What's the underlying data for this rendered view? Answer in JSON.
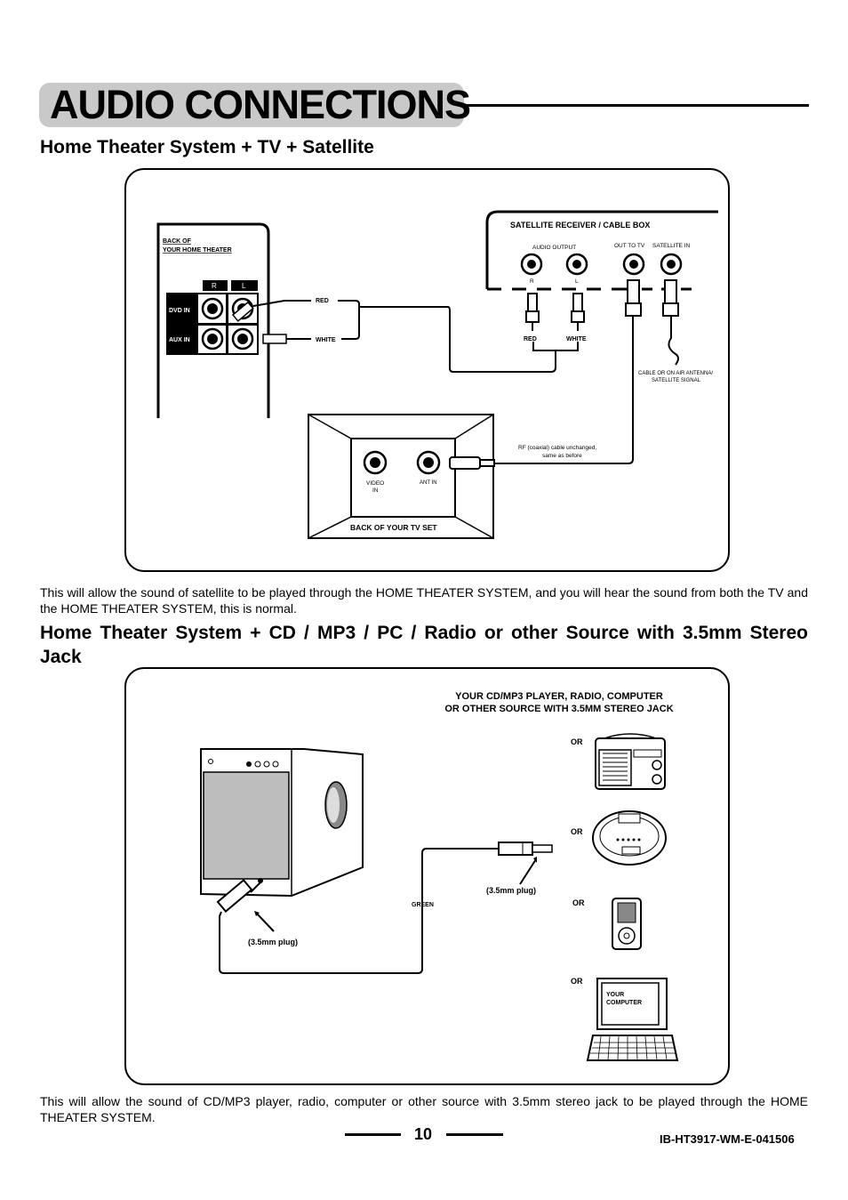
{
  "page": {
    "title": "AUDIO CONNECTIONS",
    "section1": {
      "heading": "Home Theater System + TV + Satellite",
      "labels": {
        "back_home_theater_1": "BACK OF",
        "back_home_theater_2": "YOUR HOME THEATER",
        "r": "R",
        "l": "L",
        "dvd_in": "DVD IN",
        "aux_in": "AUX IN",
        "red": "RED",
        "white": "WHITE",
        "satellite_box": "SATELLITE RECEIVER / CABLE BOX",
        "audio_output": "AUDIO OUTPUT",
        "out_to_tv": "OUT TO TV",
        "satellite_in": "SATELLITE IN",
        "r_small": "R",
        "l_small": "L",
        "red2": "RED",
        "white2": "WHITE",
        "antenna_1": "CABLE OR ON AIR ANTENNA/",
        "antenna_2": "SATELLITE SIGNAL",
        "rf_1": "RF (coaxial) cable unchanged,",
        "rf_2": "same as before",
        "video_in_1": "VIDEO",
        "video_in_2": "IN",
        "ant_in": "ANT IN",
        "back_tv": "BACK OF YOUR TV SET"
      },
      "description": "This will allow the sound of satellite to be played through the HOME THEATER SYSTEM, and you will hear the sound from both the TV and the HOME THEATER SYSTEM, this is normal."
    },
    "section2": {
      "heading": "Home Theater System + CD / MP3 / PC / Radio or other Source with 3.5mm Stereo Jack",
      "labels": {
        "source_1": "YOUR CD/MP3 PLAYER, RADIO, COMPUTER",
        "source_2": "OR OTHER SOURCE WITH 3.5MM STEREO JACK",
        "or1": "OR",
        "or2": "OR",
        "or3": "OR",
        "or4": "OR",
        "plug_right": "(3.5mm plug)",
        "plug_left": "(3.5mm plug)",
        "green": "GREEN",
        "computer_1": "YOUR",
        "computer_2": "COMPUTER"
      },
      "description": "This will allow the sound of CD/MP3 player, radio, computer or other source with 3.5mm stereo jack to be played through the HOME THEATER SYSTEM."
    },
    "footer": {
      "page_number": "10",
      "doc_code": "IB-HT3917-WM-E-041506"
    }
  }
}
